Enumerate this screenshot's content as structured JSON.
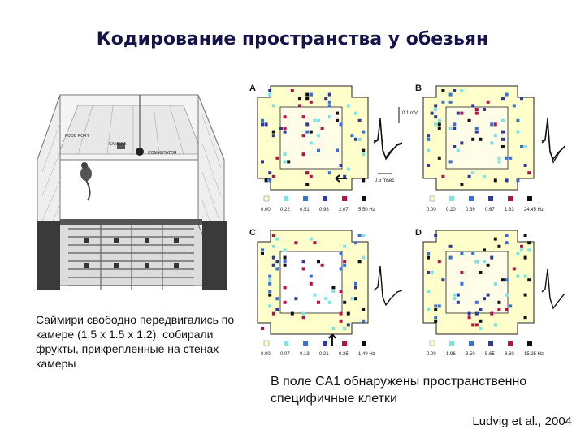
{
  "slide": {
    "title": "Кодирование пространства у обезьян",
    "left_caption": "Саймири свободно передвигались по камере (1.5 x 1.5 x 1.2), собирали фрукты, прикрепленные на стенах камеры",
    "right_caption": "В поле CA1 обнаружены пространственно специфичные клетки",
    "citation": "Ludvig et al., 2004"
  },
  "cage_figure": {
    "labels": [
      "FOOD PORT",
      "CAMERA",
      "COMMUTATOR"
    ]
  },
  "panels": [
    {
      "letter": "A",
      "scale": [
        "0.00",
        "0.22",
        "0.51",
        "0.98",
        "2.07",
        "5.50 Hz"
      ],
      "waveform_labels": [
        "0.1 mV",
        "0.5 msec"
      ]
    },
    {
      "letter": "B",
      "scale": [
        "0.00",
        "0.20",
        "0.39",
        "0.67",
        "1.63",
        "24.45 Hz"
      ]
    },
    {
      "letter": "C",
      "scale": [
        "0.00",
        "0.07",
        "0.13",
        "0.21",
        "0.35",
        "1.49 Hz"
      ]
    },
    {
      "letter": "D",
      "scale": [
        "0.00",
        "1.96",
        "3.50",
        "5.65",
        "8.60",
        "15.25 Hz"
      ]
    }
  ],
  "colors": {
    "title": "#14144a",
    "scale": [
      "#ffffcc",
      "#7de3e3",
      "#3b6fd1",
      "#2d3a9a",
      "#b0124a",
      "#111111"
    ]
  }
}
